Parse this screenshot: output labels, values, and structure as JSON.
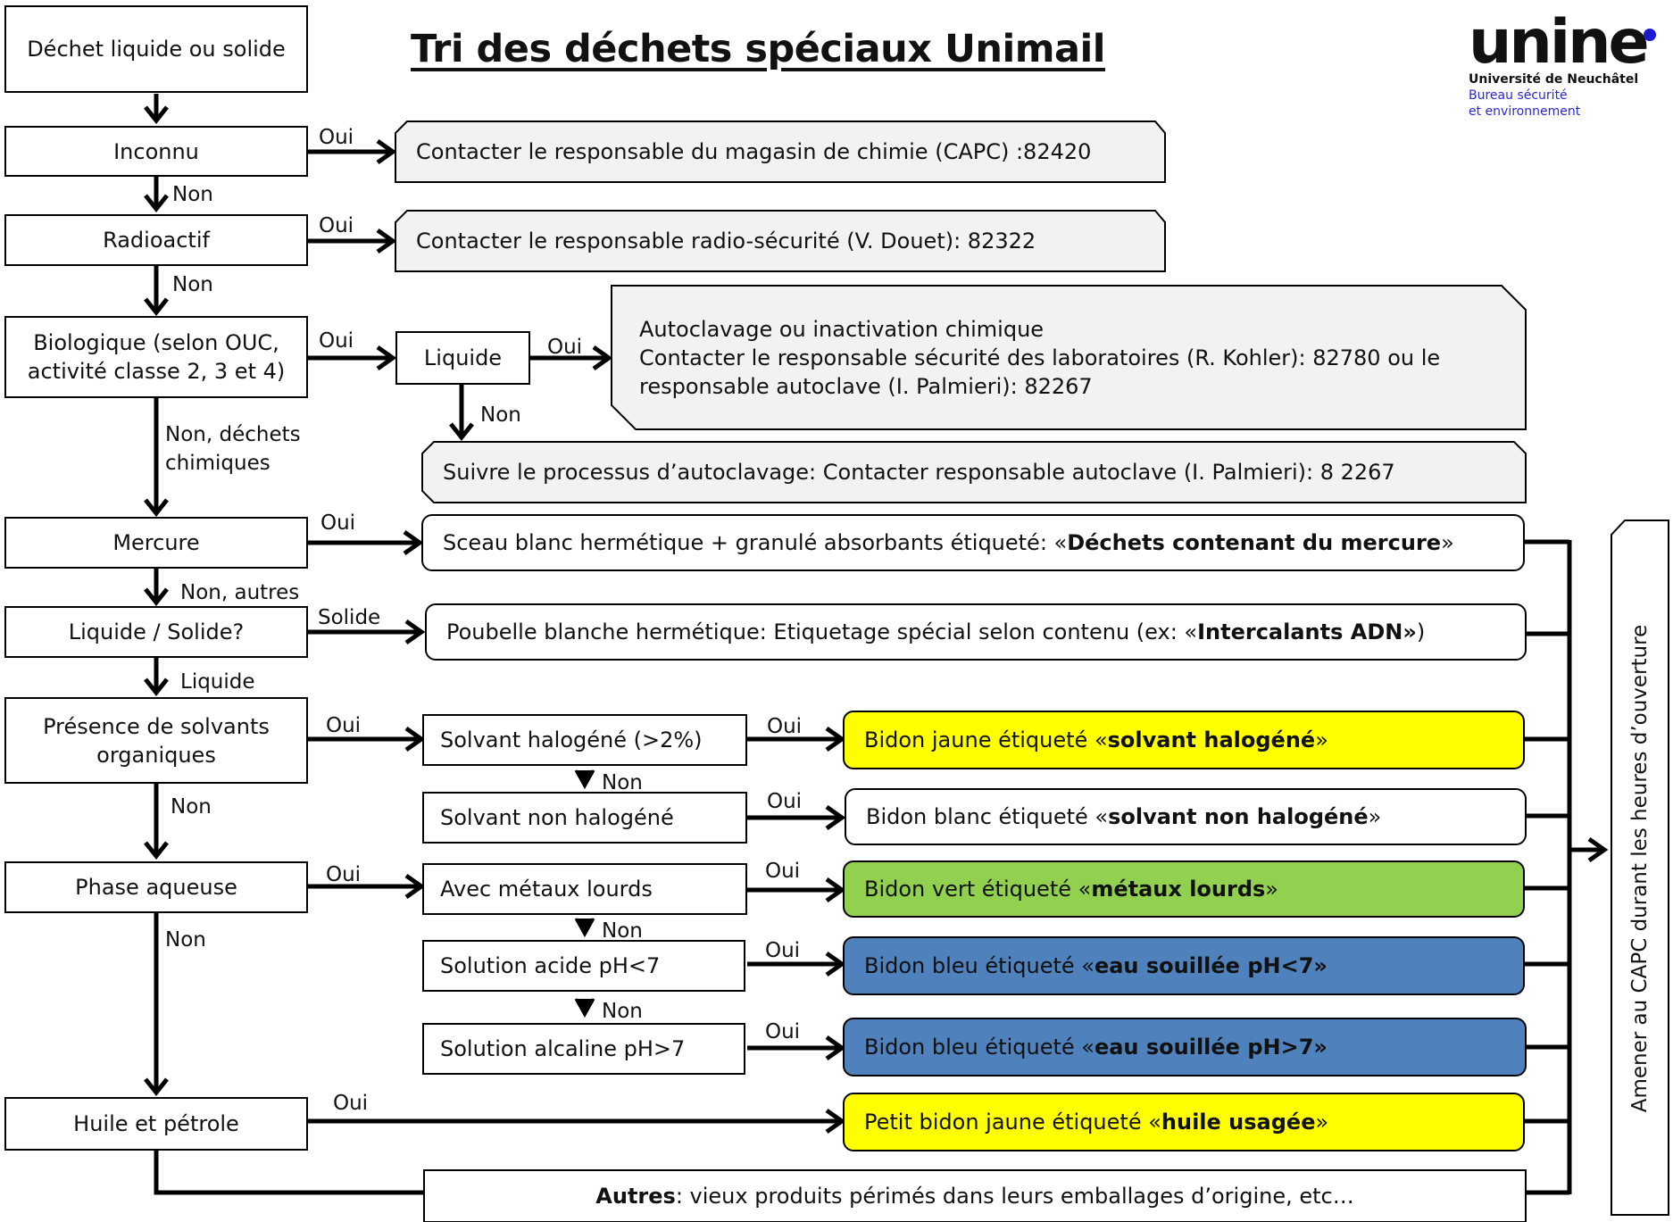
{
  "title": "Tri des déchets spéciaux Unimail",
  "logo": {
    "wordmark": "unine",
    "line1": "Université de Neuchâtel",
    "line2": "Bureau sécurité",
    "line3": "et environnement",
    "accent_color": "#1a1ad0"
  },
  "questions": {
    "start": "Déchet liquide ou solide",
    "inconnu": "Inconnu",
    "radioactif": "Radioactif",
    "biologique": "Biologique (selon OUC, activité classe 2, 3 et 4)",
    "liquide_bio": "Liquide",
    "mercure": "Mercure",
    "liquide_solide": "Liquide / Solide?",
    "solvants": "Présence de solvants organiques",
    "phase_aqueuse": "Phase aqueuse",
    "huile": "Huile et pétrole",
    "halogene": "Solvant halogéné (>2%)",
    "non_halogene": "Solvant non halogéné",
    "metaux": "Avec métaux lourds",
    "acide": "Solution acide pH<7",
    "alcaline": "Solution alcaline pH>7"
  },
  "actions": {
    "inconnu": "Contacter le responsable du magasin de chimie (CAPC) :82420",
    "radioactif": "Contacter le responsable radio-sécurité (V. Douet): 82322",
    "bio_liquide_line1": "Autoclavage ou inactivation chimique",
    "bio_liquide_line2": "Contacter le responsable sécurité des laboratoires (R. Kohler): 82780 ou le",
    "bio_liquide_line3": "responsable autoclave (I. Palmieri): 82267",
    "bio_solide": "Suivre le processus d’autoclavage:  Contacter responsable autoclave (I. Palmieri): 8 2267"
  },
  "results": {
    "mercure": {
      "pre": "Sceau blanc hermétique + granulé absorbants étiqueté: «",
      "bold": "Déchets contenant du mercure",
      "post": "»"
    },
    "solide": {
      "pre": "Poubelle blanche hermétique: Etiquetage spécial selon contenu (ex: «",
      "bold": "Intercalants ADN»",
      "post": ")"
    },
    "halogene": {
      "pre": "Bidon jaune étiqueté «",
      "bold": "solvant halogéné",
      "post": "»"
    },
    "non_halogene": {
      "pre": "Bidon blanc étiqueté «",
      "bold": "solvant non halogéné",
      "post": "»"
    },
    "metaux": {
      "pre": "Bidon vert étiqueté «",
      "bold": "métaux lourds",
      "post": "»"
    },
    "acide": {
      "pre": "Bidon bleu étiqueté    «",
      "bold": "eau souillée pH<7»",
      "post": ""
    },
    "alcaline": {
      "pre": "Bidon bleu étiqueté «",
      "bold": "eau souillée pH>7»",
      "post": ""
    },
    "huile": {
      "pre": "Petit bidon jaune étiqueté «",
      "bold": "huile usagée",
      "post": "»"
    },
    "autres": {
      "pre": "",
      "bold": "Autres",
      "post": ": vieux produits périmés dans leurs emballages d’origine, etc…"
    }
  },
  "side_note": "Amener au CAPC durant les heures d’ouverture",
  "labels": {
    "oui": "Oui",
    "non": "Non",
    "non_dechets_chimiques_1": "Non, déchets",
    "non_dechets_chimiques_2": "chimiques",
    "non_autres": "Non, autres",
    "solide": "Solide",
    "liquide": "Liquide"
  },
  "colors": {
    "yellow": "#ffff00",
    "green": "#92d050",
    "blue": "#4f81bd",
    "grey": "#f2f2f2",
    "white": "#ffffff"
  }
}
